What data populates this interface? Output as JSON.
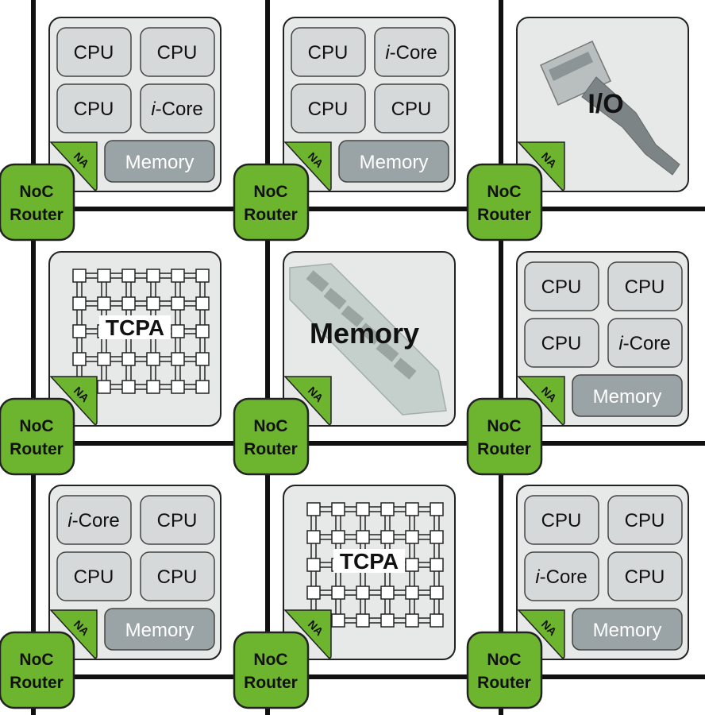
{
  "labels": {
    "router_line1": "NoC",
    "router_line2": "Router",
    "na": "NA",
    "memory": "Memory",
    "cpu": "CPU",
    "icore_prefix": "i",
    "icore_suffix": "-Core",
    "tcpa": "TCPA",
    "io": "I/O",
    "memory_tile": "Memory"
  },
  "colors": {
    "router_fill": "#6eb52f",
    "na_fill": "#6eb52f",
    "tile_fill": "#e7e9e9",
    "core_fill": "#d5d9d9",
    "memory_bar_fill": "#9aa3a5",
    "line": "#111111"
  },
  "tiles": [
    {
      "row": 0,
      "col": 0,
      "type": "compute",
      "cores": [
        "CPU",
        "CPU",
        "CPU",
        "i-Core"
      ]
    },
    {
      "row": 0,
      "col": 1,
      "type": "compute",
      "cores": [
        "CPU",
        "i-Core",
        "CPU",
        "CPU"
      ]
    },
    {
      "row": 0,
      "col": 2,
      "type": "io",
      "icon": "usb-plug-icon"
    },
    {
      "row": 1,
      "col": 0,
      "type": "tcpa"
    },
    {
      "row": 1,
      "col": 1,
      "type": "memory",
      "icon": "ram-module-icon"
    },
    {
      "row": 1,
      "col": 2,
      "type": "compute",
      "cores": [
        "CPU",
        "CPU",
        "CPU",
        "i-Core"
      ]
    },
    {
      "row": 2,
      "col": 0,
      "type": "compute",
      "cores": [
        "i-Core",
        "CPU",
        "CPU",
        "CPU"
      ]
    },
    {
      "row": 2,
      "col": 1,
      "type": "tcpa"
    },
    {
      "row": 2,
      "col": 2,
      "type": "compute",
      "cores": [
        "CPU",
        "CPU",
        "i-Core",
        "CPU"
      ]
    }
  ]
}
